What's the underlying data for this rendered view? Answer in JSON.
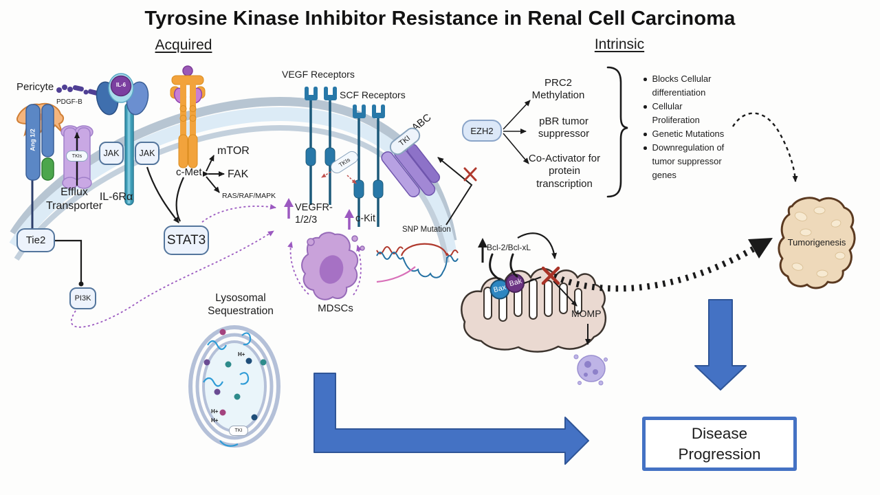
{
  "title": "Tyrosine Kinase Inhibitor Resistance in Renal Cell Carcinoma",
  "sections": {
    "acquired": "Acquired",
    "intrinsic": "Intrinsic"
  },
  "acquired": {
    "pericyte": "Pericyte",
    "pdgfb": "PDGF-B",
    "ang": "Ang 1/2",
    "efflux": "Efflux\nTransporter",
    "efflux_tkis": "TKIs",
    "il6": "IL-6",
    "jak": "JAK",
    "il6ra": "IL-6Rα",
    "cmet": "c-Met",
    "mtor": "mTOR",
    "fak": "FAK",
    "ras": "RAS/RAF/MAPK",
    "stat3": "STAT3",
    "tie2": "Tie2",
    "pi3k": "PI3K",
    "vegf_receptors": "VEGF Receptors",
    "scf_receptors": "SCF Receptors",
    "tkis_pill": "TKIs",
    "abc": "ABC",
    "abc_tki": "TKI",
    "vegfr": "VEGFR-1/2/3",
    "ckit": "c-Kit",
    "snp": "SNP Mutation",
    "mdscs": "MDSCs",
    "lysosomal": "Lysosomal\nSequestration",
    "hplus": "H+",
    "lyso_tki": "TKI"
  },
  "intrinsic": {
    "ezh2": "EZH2",
    "targets": [
      "PRC2\nMethylation",
      "pBR tumor\nsuppressor",
      "Co-Activator for\nprotein\ntranscription"
    ],
    "bullets": [
      "Blocks Cellular differentiation",
      "Cellular Proliferation",
      "Genetic Mutations",
      "Downregulation of tumor suppressor genes"
    ],
    "bcl": "Bcl-2/Bcl-xL",
    "bax": "Bax",
    "bak": "Bak",
    "momp": "MOMP",
    "tumorigenesis": "Tumorigenesis"
  },
  "outcome": {
    "disease_progression": "Disease\nProgression"
  },
  "colors": {
    "block_arrow_blue": "#4472C4",
    "block_arrow_border": "#2F5597",
    "dashed_purple": "#9B59C0",
    "blocked_red": "#B03A2E",
    "membrane_outer": "#B7C5D2",
    "membrane_inner": "#DCEBF6",
    "receptor_blue": "#2878A8",
    "cmet_orange": "#F2A33C",
    "pill_bg": "#EDF3FC",
    "pill_border": "#53759C",
    "mitochondria": "#EAD9D1",
    "tumor_fill": "#EED9BA",
    "mdsc_purple": "#C9A2DA"
  }
}
